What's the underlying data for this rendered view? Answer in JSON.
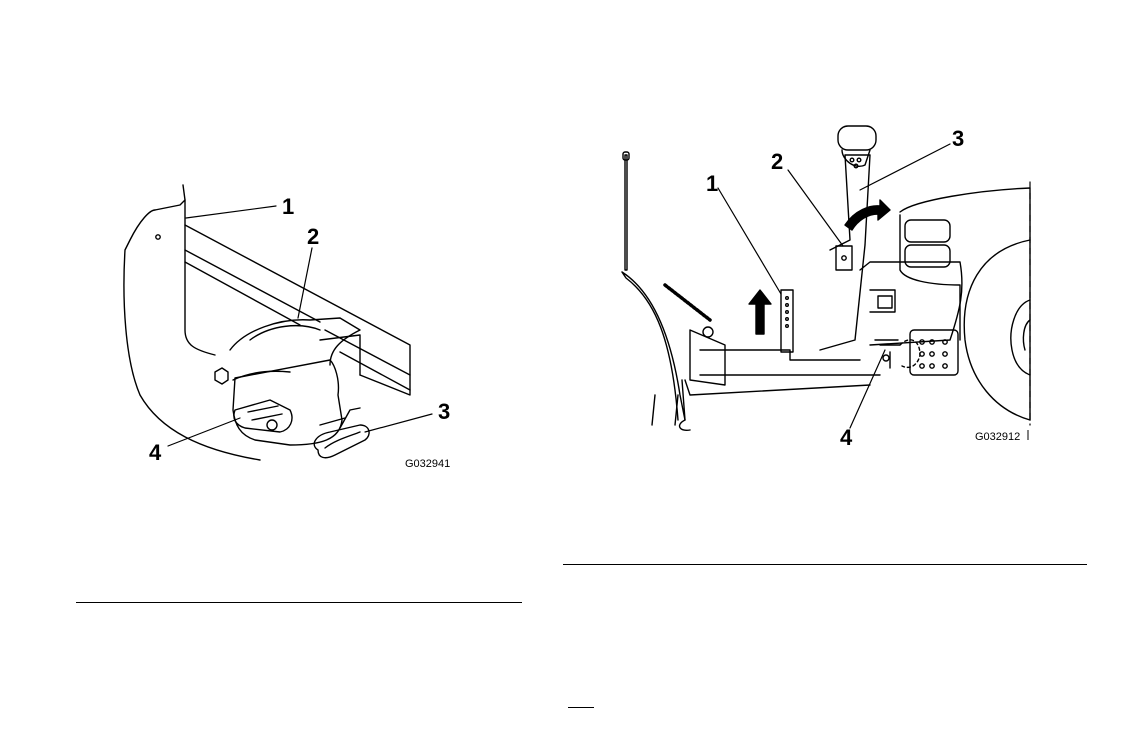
{
  "left_figure": {
    "callouts": [
      "1",
      "2",
      "3",
      "4"
    ],
    "figure_id": "G032941"
  },
  "right_figure": {
    "callouts": [
      "1",
      "2",
      "3",
      "4"
    ],
    "figure_id": "G032912"
  }
}
